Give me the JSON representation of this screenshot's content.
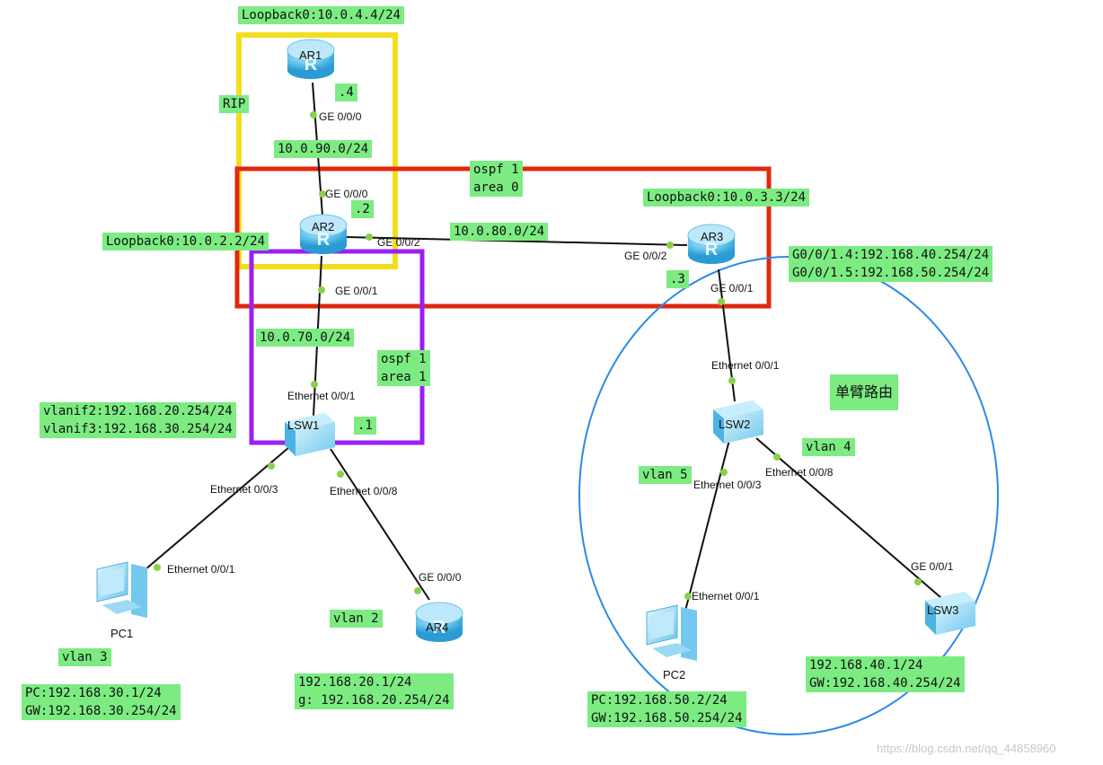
{
  "colors": {
    "rip_box": "#f2de1c",
    "ospf0_box": "#e0280e",
    "ospf1_box": "#9a1ff2",
    "vlan_circle": "#2a8be8",
    "label_bg": "#7cec82",
    "port_dot": "#8ad14a"
  },
  "labels": {
    "ar1_loopback": "Loopback0:10.0.4.4/24",
    "ar1_host": ".4",
    "rip": "RIP",
    "net_90": "10.0.90.0/24",
    "ospf1_area0_line1": "ospf 1",
    "ospf1_area0_line2": "area 0",
    "ar3_loopback": "Loopback0:10.0.3.3/24",
    "ar2_host": ".2",
    "ar2_loopback": "Loopback0:10.0.2.2/24",
    "net_80": "10.0.80.0/24",
    "ar3_host": ".3",
    "ar3_sub1": "G0/0/1.4:192.168.40.254/24",
    "ar3_sub2": "G0/0/1.5:192.168.50.254/24",
    "net_70": "10.0.70.0/24",
    "ospf1_area1_line1": "ospf 1",
    "ospf1_area1_line2": "area 1",
    "lsw1_vlanif2": "vlanif2:192.168.20.254/24",
    "lsw1_vlanif3": "vlanif3:192.168.30.254/24",
    "lsw1_host": ".1",
    "single_arm": "单臂路由",
    "vlan4": "vlan 4",
    "vlan5": "vlan 5",
    "vlan2": "vlan 2",
    "vlan3": "vlan 3",
    "pc1_ip": "PC:192.168.30.1/24",
    "pc1_gw": "GW:192.168.30.254/24",
    "ar4_ip": "192.168.20.1/24",
    "ar4_gw": "g: 192.168.20.254/24",
    "pc2_ip": "PC:192.168.50.2/24",
    "pc2_gw": "GW:192.168.50.254/24",
    "lsw3_ip": "192.168.40.1/24",
    "lsw3_gw": "GW:192.168.40.254/24"
  },
  "devices": {
    "ar1": "AR1",
    "ar2": "AR2",
    "ar3": "AR3",
    "ar4": "AR4",
    "lsw1": "LSW1",
    "lsw2": "LSW2",
    "lsw3": "LSW3",
    "pc1": "PC1",
    "pc2": "PC2",
    "router_icon": "router-icon",
    "switch_icon": "switch-icon",
    "pc_icon": "pc-icon"
  },
  "ports": {
    "ar1_ge000": "GE 0/0/0",
    "ar2_ge000": "GE 0/0/0",
    "ar2_ge002": "GE 0/0/2",
    "ar2_ge001": "GE 0/0/1",
    "ar3_ge002": "GE 0/0/2",
    "ar3_ge001": "GE 0/0/1",
    "lsw1_e001": "Ethernet 0/0/1",
    "lsw1_e003": "Ethernet 0/0/3",
    "lsw1_e008": "Ethernet 0/0/8",
    "pc1_e001": "Ethernet 0/0/1",
    "ar4_ge000": "GE 0/0/0",
    "lsw2_e001": "Ethernet 0/0/1",
    "lsw2_e003": "Ethernet 0/0/3",
    "lsw2_e008": "Ethernet 0/0/8",
    "pc2_e001": "Ethernet 0/0/1",
    "lsw3_ge001": "GE 0/0/1"
  },
  "watermark": "https://blog.csdn.net/qq_44858960"
}
